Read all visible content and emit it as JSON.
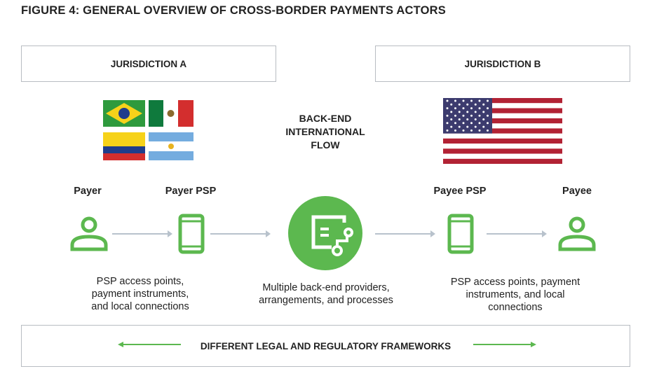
{
  "title": "FIGURE 4: GENERAL OVERVIEW OF CROSS-BORDER PAYMENTS ACTORS",
  "jurisdiction_a": "JURISDICTION A",
  "jurisdiction_b": "JURISDICTION B",
  "backend_title": "BACK-END\nINTERNATIONAL\nFLOW",
  "actors": {
    "payer": "Payer",
    "payer_psp": "Payer PSP",
    "payee_psp": "Payee PSP",
    "payee": "Payee"
  },
  "desc_left": "PSP access points,\npayment instruments,\nand local connections",
  "desc_center": "Multiple back-end providers,\narrangements, and processes",
  "desc_right": "PSP access points, payment\ninstruments, and local\nconnections",
  "footer": "DIFFERENT LEGAL AND REGULATORY FRAMEWORKS",
  "colors": {
    "green": "#5cb84f",
    "arrow": "#b8c2cc"
  },
  "flags_a": [
    "brazil",
    "mexico",
    "colombia",
    "argentina"
  ],
  "flag_b": "united-states"
}
